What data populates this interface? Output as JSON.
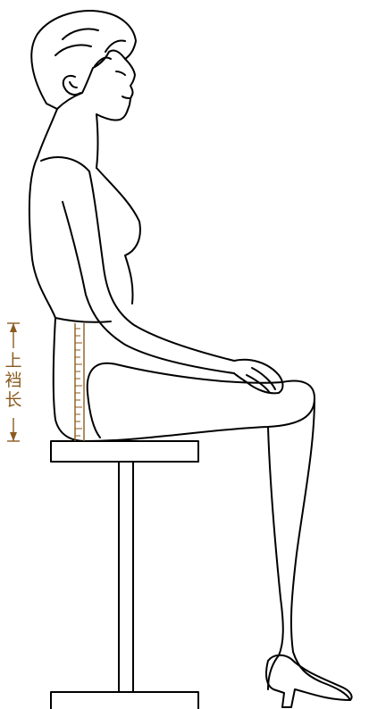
{
  "annotation": {
    "label_chars": [
      "上",
      "裆",
      "长"
    ],
    "color": "#8b5a1e"
  },
  "figure": {
    "subject": "seated-woman-side-profile",
    "line_color": "#000000"
  }
}
